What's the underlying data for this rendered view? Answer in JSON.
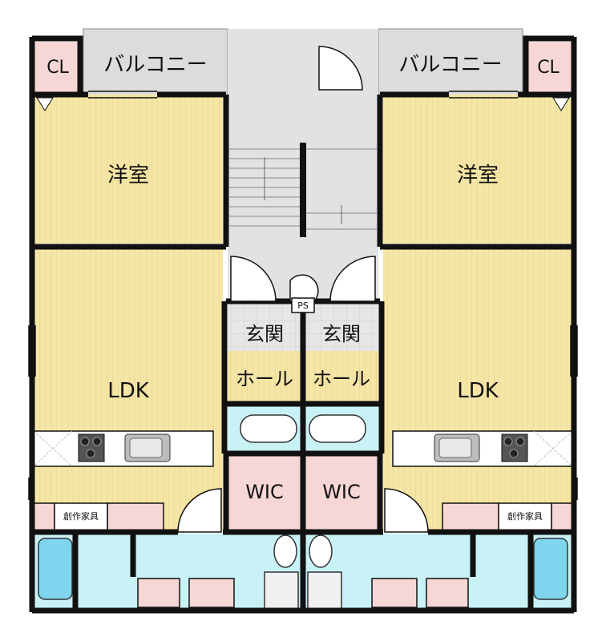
{
  "units": {
    "left": {
      "balcony": "バルコニー",
      "closet": "CL",
      "western_room": "洋室",
      "ldk": "LDK",
      "entrance": "玄関",
      "hall": "ホール",
      "wic": "WIC",
      "custom_furniture": "創作家具"
    },
    "right": {
      "balcony": "バルコニー",
      "closet": "CL",
      "western_room": "洋室",
      "ldk": "LDK",
      "entrance": "玄関",
      "hall": "ホール",
      "wic": "WIC",
      "custom_furniture": "創作家具"
    }
  },
  "pipe_space": "PS",
  "colors": {
    "wood_floor": "#f5e6a6",
    "wood_line": "#e7cf80",
    "closet_pink": "#f7d6d6",
    "wet_area_blue": "#c9f2f7",
    "balcony_gray": "#dcdcdc",
    "stair_gray": "#e2e2e2",
    "wall": "#111111",
    "kitchen_white": "#ffffff"
  }
}
